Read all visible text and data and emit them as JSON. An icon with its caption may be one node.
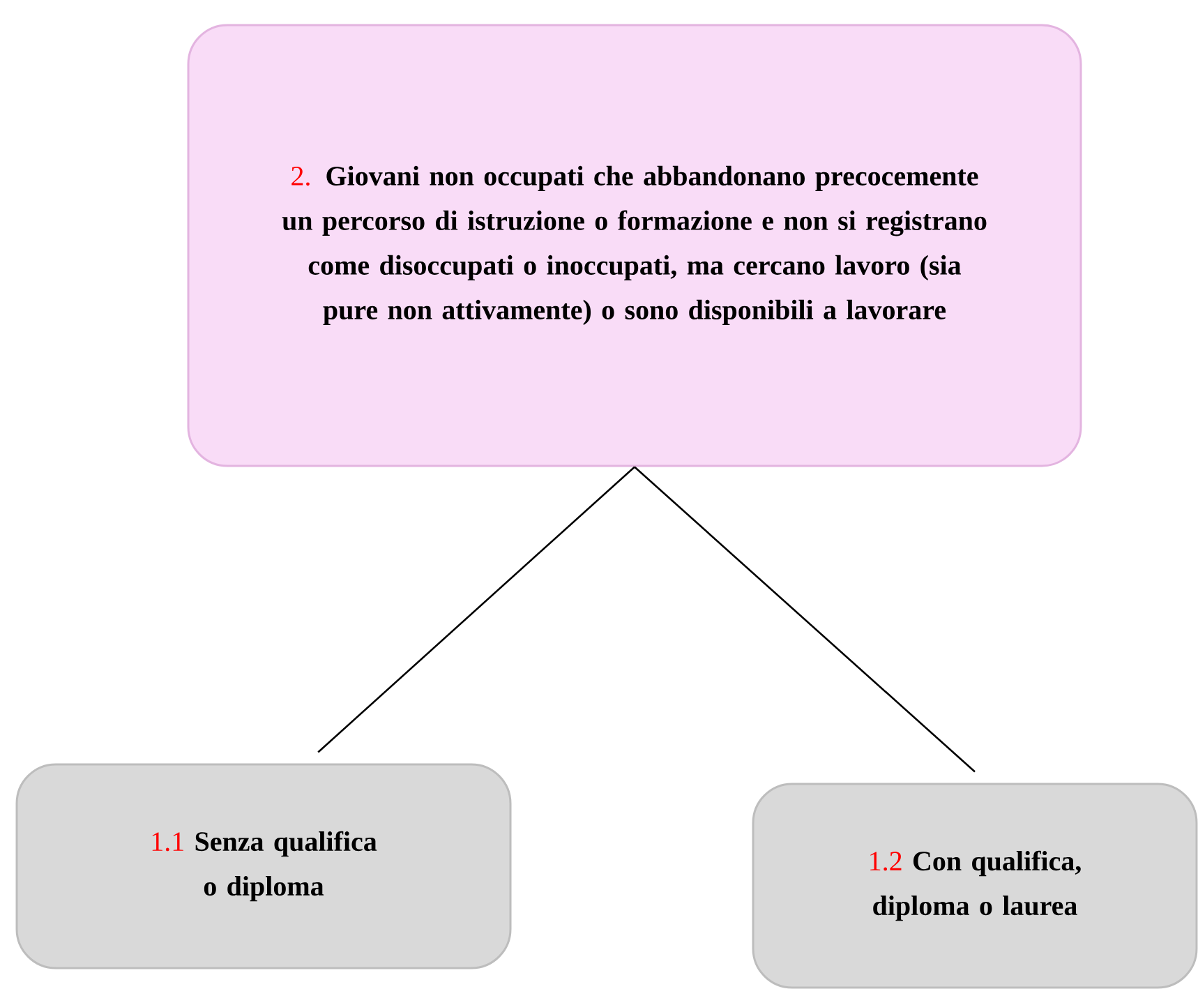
{
  "diagram": {
    "nodes": [
      {
        "text": [
          "2.",
          "Giovani non occupati che abbandonano precocemente un percorso di istruzione o formazione e non si registrano come disoccupati o inoccupati, ma cercano lavoro (sia pure non attivamente) o sono disponibili a lavorare"
        ]
      },
      {
        "text": [
          "1.1",
          "Senza qualifica o diploma"
        ]
      },
      {
        "text": [
          "1.2",
          "Con qualifica, diploma o laurea"
        ]
      }
    ],
    "edges": [
      {
        "from": 0,
        "to": 1,
        "arrow": "none"
      },
      {
        "from": 0,
        "to": 2,
        "arrow": "none"
      }
    ]
  }
}
